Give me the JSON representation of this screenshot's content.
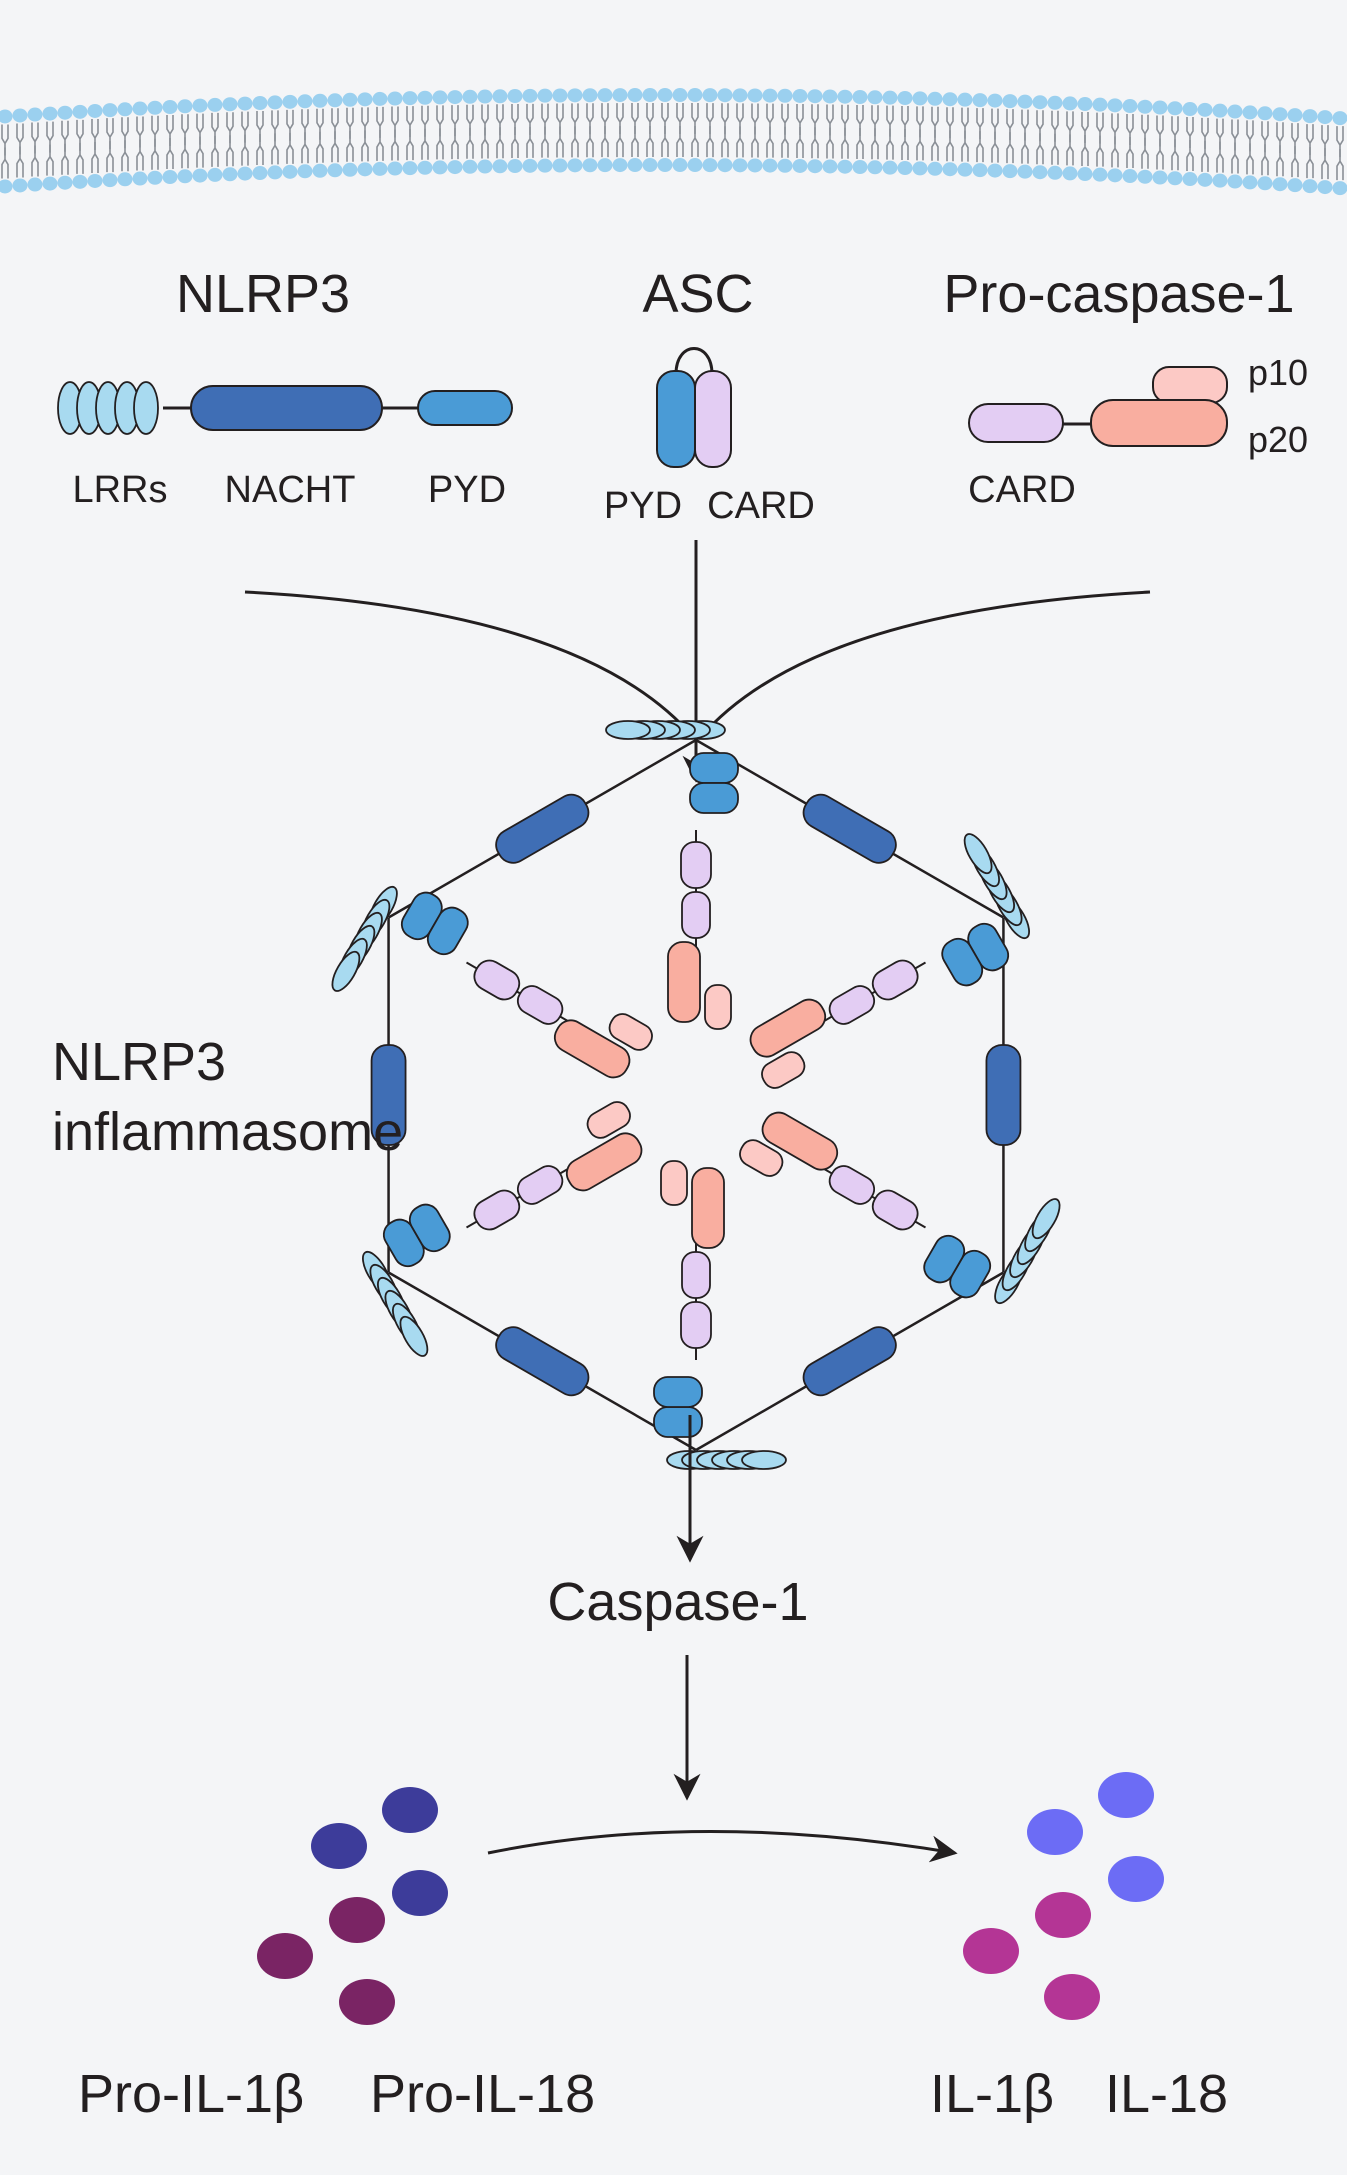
{
  "labels": {
    "nlrp3": "NLRP3",
    "asc": "ASC",
    "procasp": "Pro-caspase-1",
    "lrrs": "LRRs",
    "nacht": "NACHT",
    "pyd1": "PYD",
    "pyd2": "PYD",
    "card1": "CARD",
    "card2": "CARD",
    "p10": "p10",
    "p20": "p20",
    "inflammasome_l1": "NLRP3",
    "inflammasome_l2": "inflammasome",
    "caspase1": "Caspase-1",
    "pro_il1b": "Pro-IL-1β",
    "pro_il18": "Pro-IL-18",
    "il1b": "IL-1β",
    "il18": "IL-18"
  },
  "colors": {
    "background": "#f4f5f7",
    "lrr": "#a8daf0",
    "nacht": "#3f6eb5",
    "pyd": "#4a9bd6",
    "card": "#e3cdf3",
    "p20": "#f9aea0",
    "p10": "#fcc9c5",
    "membrane": "#9bd0ef",
    "pro_il1b": "#3d3c9a",
    "pro_il18": "#7a2464",
    "il1b": "#6c6cf5",
    "il18": "#b43595"
  }
}
